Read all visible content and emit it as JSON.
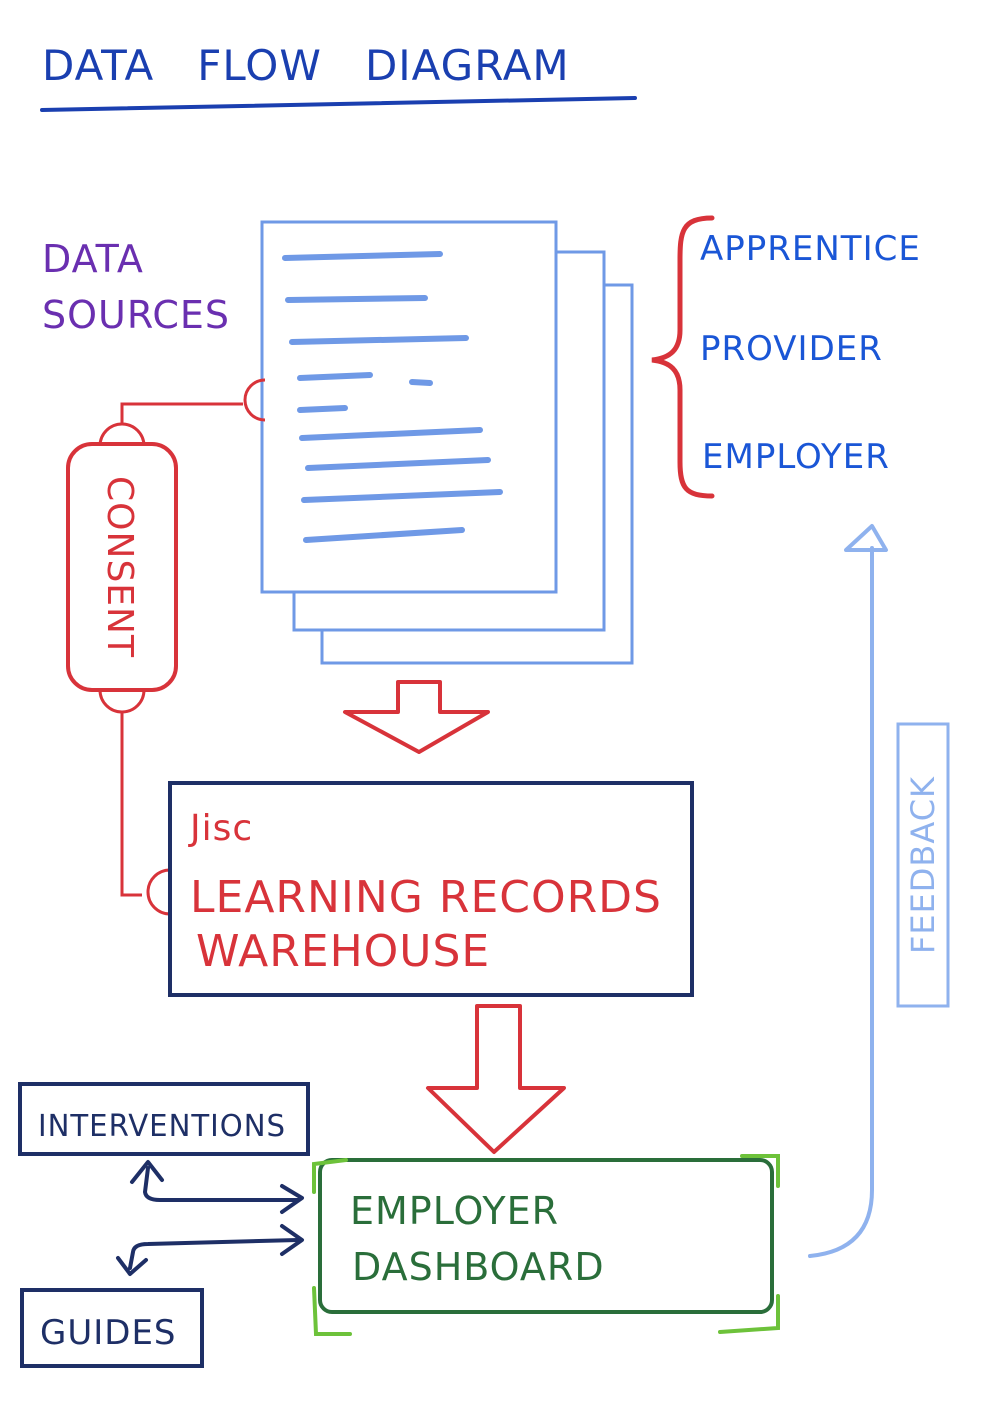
{
  "title": "DATA   FLOW   DIAGRAM",
  "data_sources_label": [
    "DATA",
    "SOURCES"
  ],
  "source_types": [
    "APPRENTICE",
    "PROVIDER",
    "EMPLOYER"
  ],
  "consent_label": "CONSENT",
  "warehouse": {
    "brand": "Jisc",
    "line1": "LEARNING RECORDS",
    "line2": "WAREHOUSE"
  },
  "dashboard": {
    "line1": "EMPLOYER",
    "line2": "DASHBOARD"
  },
  "interventions_label": "INTERVENTIONS",
  "guides_label": "GUIDES",
  "feedback_label": "FEEDBACK",
  "colors": {
    "title_blue": "#1a3fb0",
    "purple": "#6a2fb0",
    "red": "#d8333a",
    "doc_blue": "#6f99e6",
    "navy": "#1e2f66",
    "green": "#2a6e3a",
    "light_green": "#6dc23a",
    "feedback_blue": "#8fb2ee"
  }
}
